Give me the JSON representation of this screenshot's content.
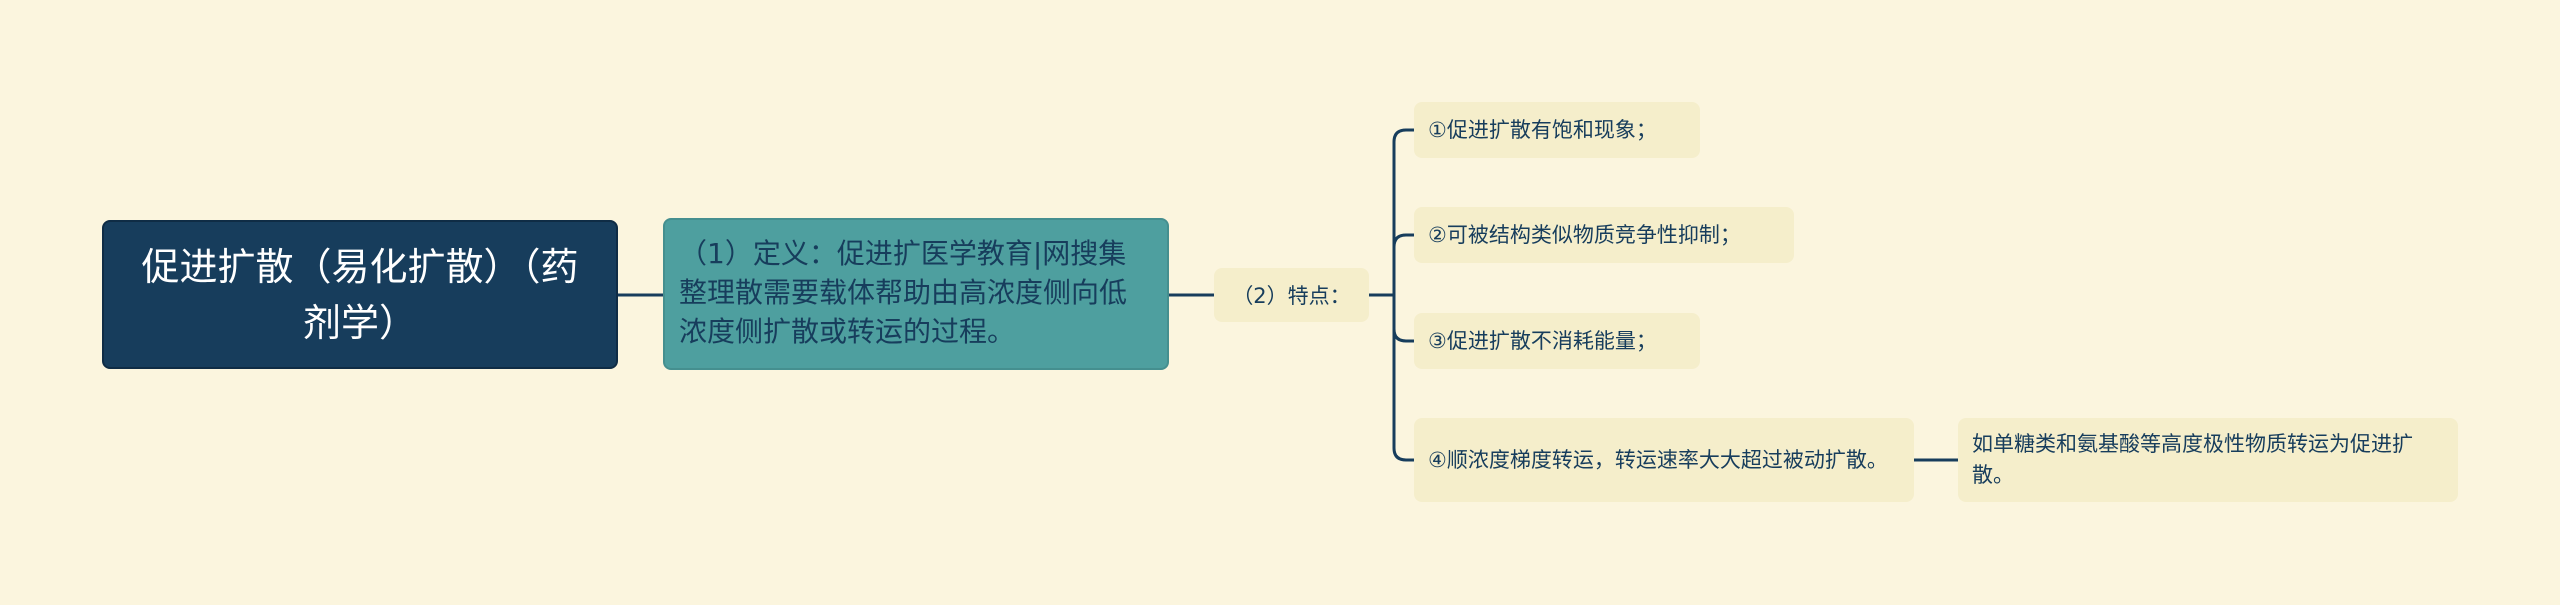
{
  "root": {
    "label": "促进扩散（易化扩散）（药剂学）"
  },
  "definition": {
    "label": "（1）定义：促进扩医学教育|网搜集整理散需要载体帮助由高浓度侧向低浓度侧扩散或转运的过程。"
  },
  "features": {
    "label": "（2）特点：",
    "items": [
      {
        "label": "①促进扩散有饱和现象；"
      },
      {
        "label": "②可被结构类似物质竞争性抑制；"
      },
      {
        "label": "③促进扩散不消耗能量；"
      },
      {
        "label": "④顺浓度梯度转运，转运速率大大超过被动扩散。"
      }
    ],
    "detail": {
      "label": "如单糖类和氨基酸等高度极性物质转运为促进扩散。"
    }
  },
  "colors": {
    "background": "#fbf5de",
    "root_fill": "#173d5c",
    "definition_fill": "#4e9f9f",
    "leaf_fill": "#f5eecb",
    "connector": "#173d5c"
  }
}
